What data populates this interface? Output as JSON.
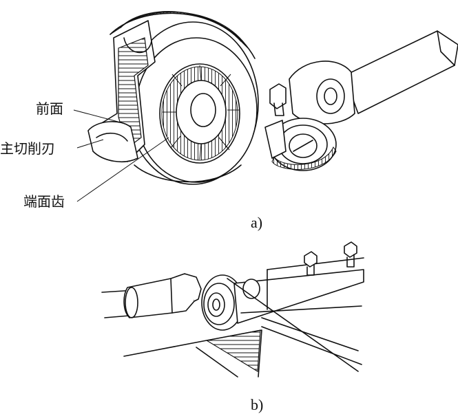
{
  "figure": {
    "part_a": {
      "caption": "a)",
      "labels": {
        "rake_face": "前面",
        "main_cutting_edge": "主切削刃",
        "face_teeth": "端面齿"
      }
    },
    "part_b": {
      "caption": "b)"
    }
  }
}
